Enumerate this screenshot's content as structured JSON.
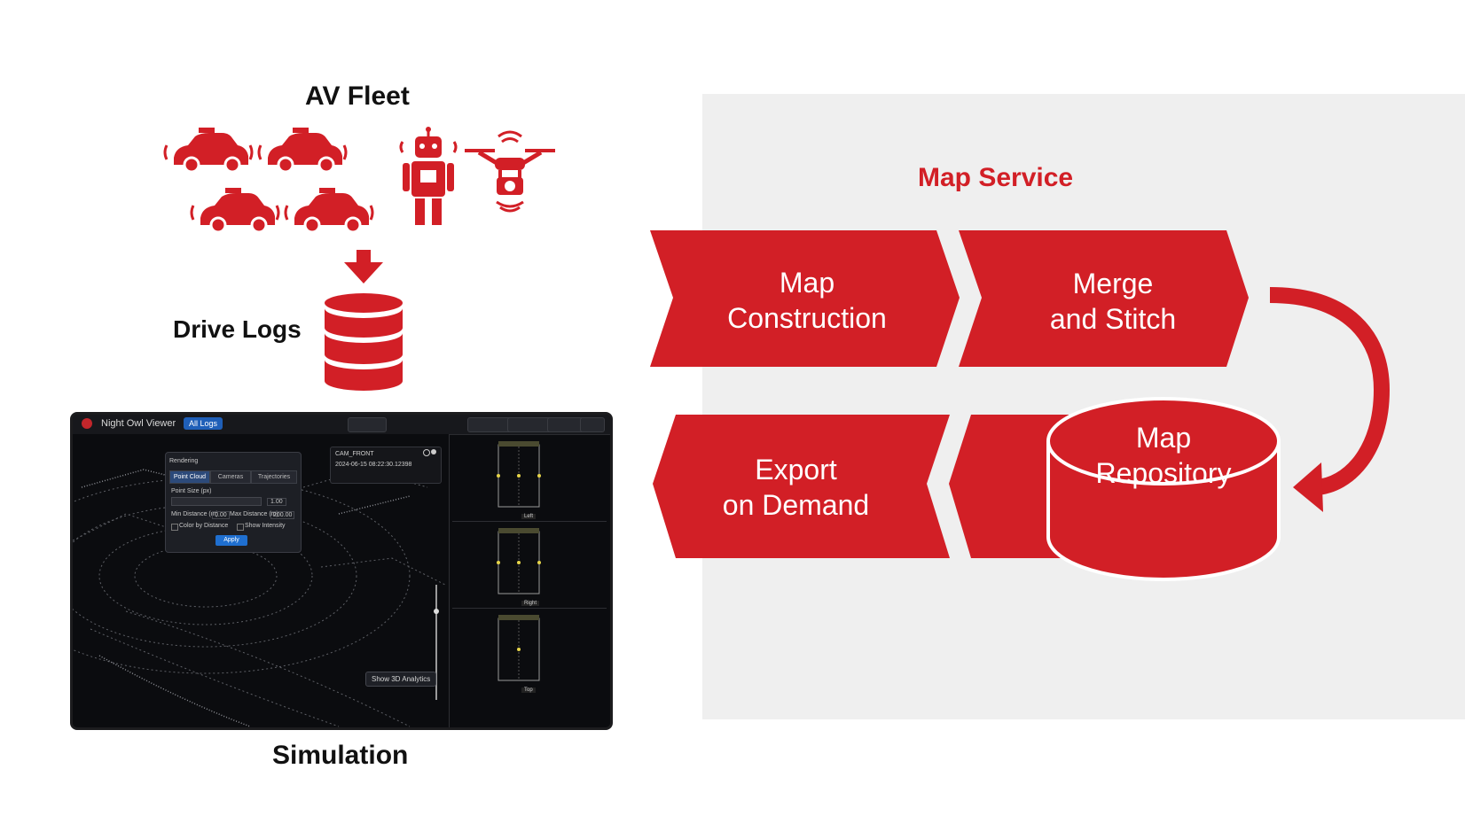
{
  "labels": {
    "av_fleet": "AV Fleet",
    "drive_logs": "Drive Logs",
    "simulation": "Simulation",
    "map_service": "Map Service"
  },
  "pipeline": {
    "map_construction": [
      "Map",
      "Construction"
    ],
    "merge_and_stitch": [
      "Merge",
      "and Stitch"
    ],
    "export_on_demand": [
      "Export",
      "on Demand"
    ],
    "map_repository": [
      "Map",
      "Repository"
    ]
  },
  "viewer": {
    "title": "Night Owl Viewer",
    "badge": "All Logs",
    "settings": {
      "header": "Rendering",
      "tabs": [
        "Point Cloud",
        "Cameras",
        "Trajectories"
      ],
      "point_size_label": "Point Size (px)",
      "point_size_value": "1.00",
      "min_distance_label": "Min Distance (m)",
      "min_distance_value": "0.00",
      "max_distance_label": "Max Distance (m)",
      "max_distance_value": "200.00",
      "color_by_distance": "Color by Distance",
      "show_intensity": "Show Intensity",
      "apply": "Apply"
    },
    "camera_card": {
      "name": "CAM_FRONT",
      "timestamp": "2024-06-15 08:22:30.12398"
    },
    "show_3d_button": "Show 3D Analytics",
    "camera_views": [
      "Left",
      "Right",
      "Top"
    ]
  },
  "colors": {
    "brand_red": "#d21f26",
    "panel_gray": "#efefef",
    "viewer_dark": "#0b0c0f"
  },
  "icons": [
    "car-icon",
    "robot-icon",
    "drone-icon",
    "database-icon",
    "down-arrow-icon",
    "curved-arrow-icon"
  ]
}
